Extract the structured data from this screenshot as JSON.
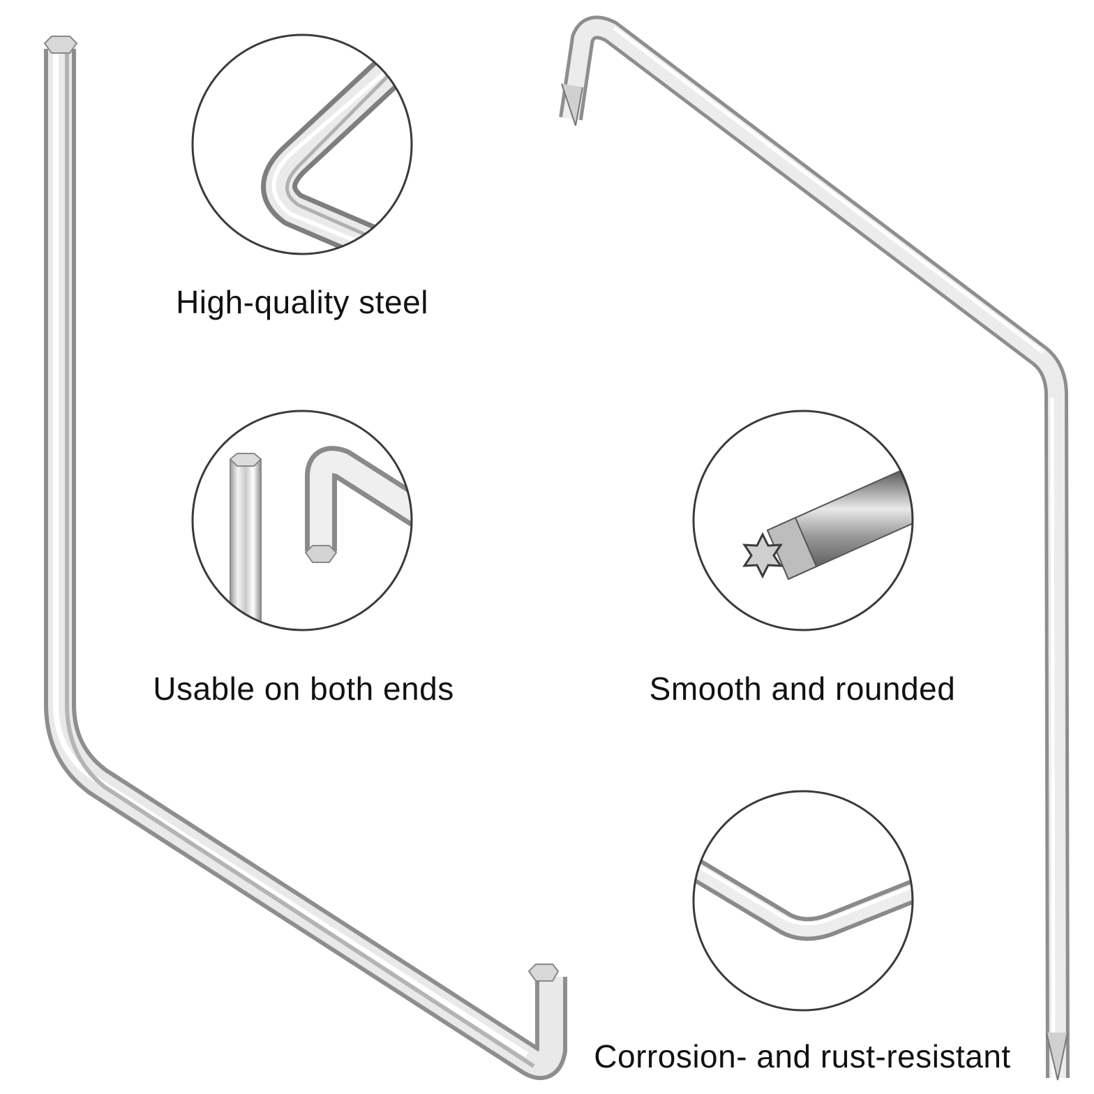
{
  "features": [
    {
      "label": "High-quality steel",
      "icon": "l-bend-closeup-icon"
    },
    {
      "label": "Usable on both ends",
      "icon": "hex-ends-closeup-icon"
    },
    {
      "label": "Smooth and rounded",
      "icon": "torx-tip-closeup-icon"
    },
    {
      "label": "Corrosion- and rust-resistant",
      "icon": "bend-closeup-icon"
    }
  ],
  "colors": {
    "background": "#ffffff",
    "steel_light": "#f2f2f2",
    "steel_mid": "#c8c8c8",
    "steel_dark": "#8a8a8a",
    "circle_stroke": "#3a3a3a",
    "text": "#111111"
  }
}
